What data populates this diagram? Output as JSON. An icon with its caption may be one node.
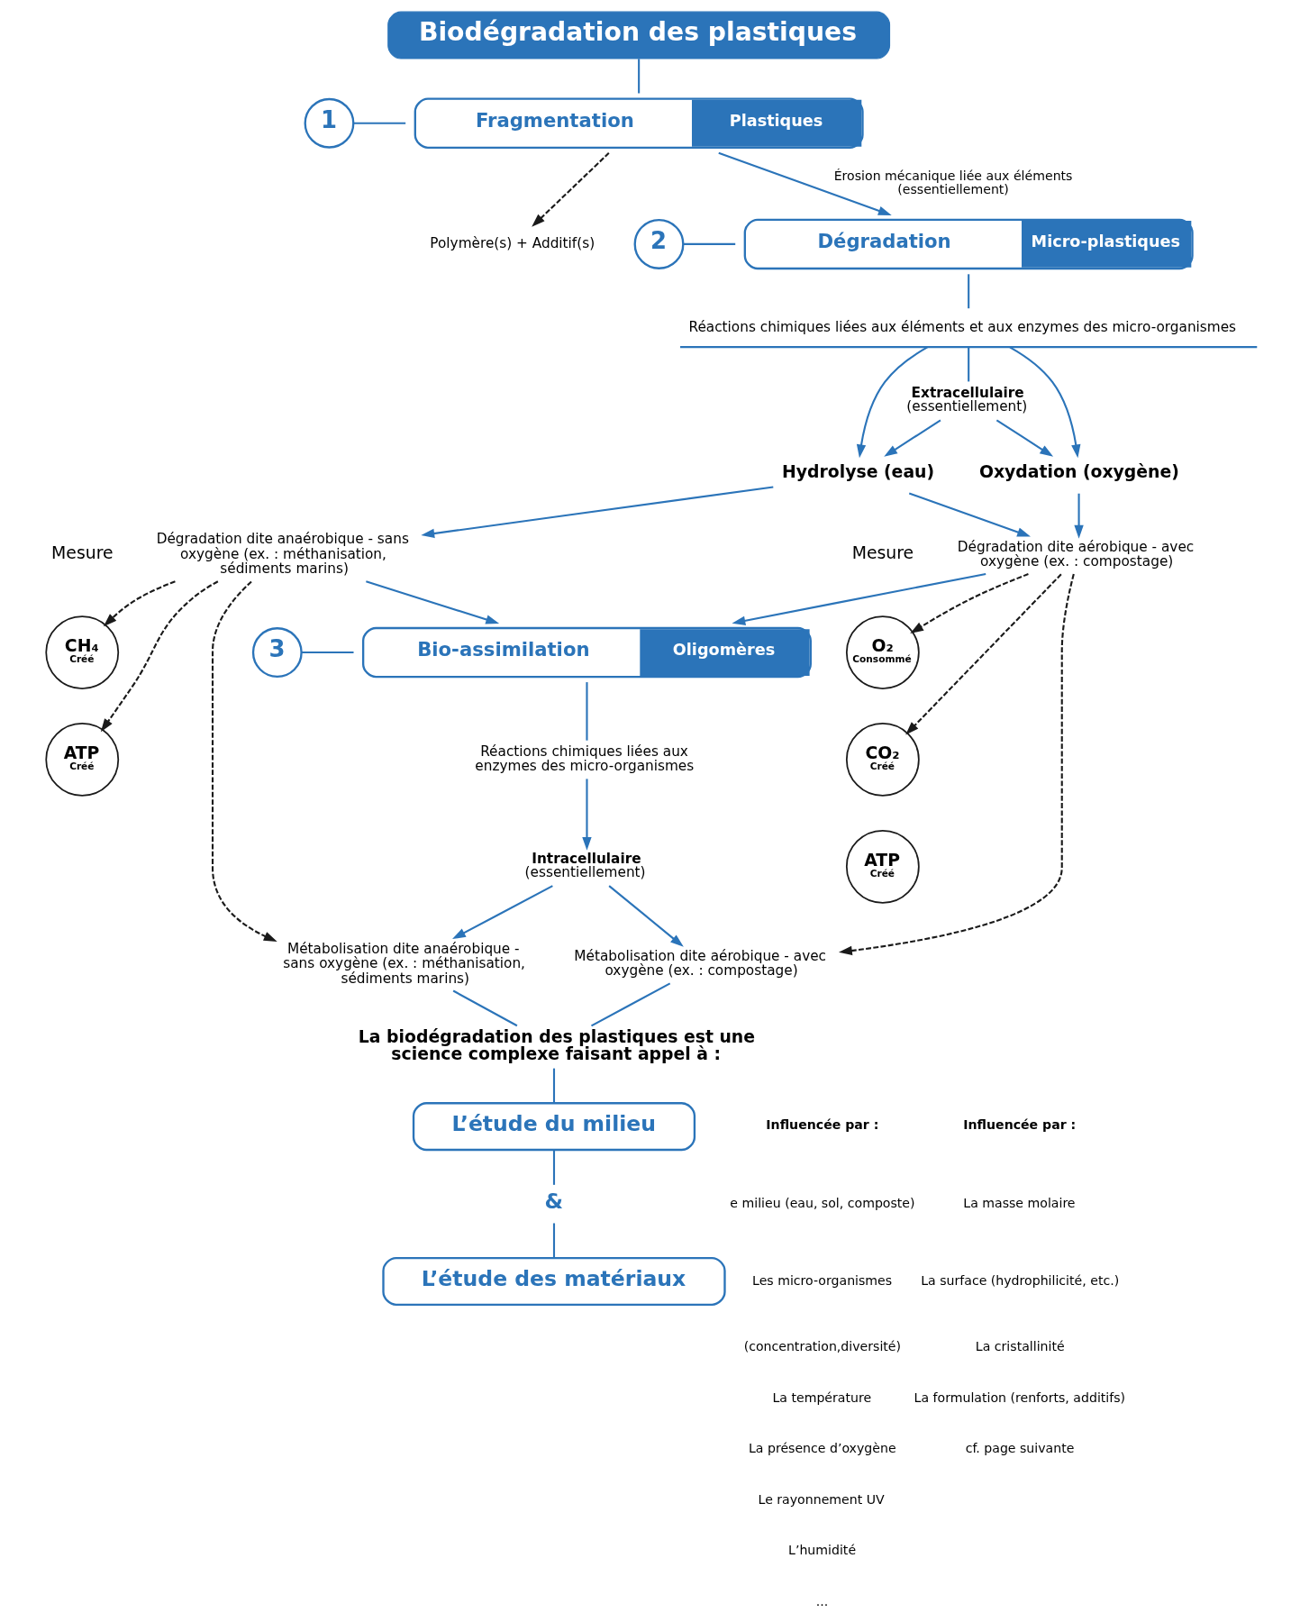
{
  "diagram": {
    "nodes": [
      {
        "text": [
          "Biodégradation des plastiques"
        ]
      },
      {
        "text": [
          "1"
        ]
      },
      {
        "text": [
          "Fragmentation",
          "Plastiques"
        ]
      },
      {
        "text": [
          "Polymère(s) + Additif(s)"
        ]
      },
      {
        "text": [
          "2"
        ]
      },
      {
        "text": [
          "Dégradation",
          "Micro-plastiques"
        ]
      },
      {
        "text": [
          "Réactions chimiques liées aux éléments et aux enzymes des micro-organismes"
        ]
      },
      {
        "text": [
          "**Extracellulaire** (essentiellement)"
        ]
      },
      {
        "text": [
          "Hydrolyse (eau)"
        ]
      },
      {
        "text": [
          "Oxydation (oxygène)"
        ]
      },
      {
        "text": [
          "Dégradation dite anaérobique - sans oxygène (ex. : méthanisation, sédiments marins)"
        ]
      },
      {
        "text": [
          "Dégradation dite aérobique - avec oxygène (ex. : compostage)"
        ]
      },
      {
        "text": [
          "3"
        ]
      },
      {
        "text": [
          "Bio-assimilation",
          "Oligomères"
        ]
      },
      {
        "text": [
          "Réactions chimiques liées aux enzymes des micro-organismes"
        ]
      },
      {
        "text": [
          "**Intracellulaire** (essentiellement)"
        ]
      },
      {
        "text": [
          "Métabolisation dite anaérobique - sans oxygène (ex. : méthanisation, sédiments marins)"
        ]
      },
      {
        "text": [
          "Métabolisation dite aérobique - avec oxygène (ex. : compostage)"
        ]
      },
      {
        "text": [
          "Mesure"
        ]
      },
      {
        "text": [
          "CH₄",
          "Créé"
        ]
      },
      {
        "text": [
          "ATP",
          "Créé"
        ]
      },
      {
        "text": [
          "Mesure"
        ]
      },
      {
        "text": [
          "O₂",
          "Consommé"
        ]
      },
      {
        "text": [
          "CO₂",
          "Créé"
        ]
      },
      {
        "text": [
          "ATP",
          "Créé"
        ]
      },
      {
        "text": [
          "La biodégradation des plastiques est une science complexe faisant appel à :"
        ]
      },
      {
        "text": [
          "L’étude du milieu"
        ]
      },
      {
        "text": [
          "&"
        ]
      },
      {
        "text": [
          "L’étude des matériaux"
        ]
      }
    ],
    "edges": [
      {
        "from": 0,
        "to": 2,
        "arrow": "none"
      },
      {
        "from": 1,
        "to": 2,
        "arrow": "none"
      },
      {
        "from": 2,
        "to": 3,
        "arrow": "to",
        "style": "dashed",
        "color": "#1a1a1a"
      },
      {
        "from": 2,
        "to": 5,
        "arrow": "to",
        "label": "Érosion mécanique liée aux éléments (essentiellement)"
      },
      {
        "from": 4,
        "to": 5,
        "arrow": "none"
      },
      {
        "from": 5,
        "to": 6,
        "arrow": "none"
      },
      {
        "from": 6,
        "to": 8,
        "arrow": "to"
      },
      {
        "from": 6,
        "to": 9,
        "arrow": "to"
      },
      {
        "from": 6,
        "to": 7,
        "arrow": "none"
      },
      {
        "from": 7,
        "to": 8,
        "arrow": "to"
      },
      {
        "from": 7,
        "to": 9,
        "arrow": "to"
      },
      {
        "from": 8,
        "to": 10,
        "arrow": "to"
      },
      {
        "from": 8,
        "to": 11,
        "arrow": "to"
      },
      {
        "from": 9,
        "to": 11,
        "arrow": "to"
      },
      {
        "from": 10,
        "to": 13,
        "arrow": "to"
      },
      {
        "from": 11,
        "to": 13,
        "arrow": "to"
      },
      {
        "from": 12,
        "to": 13,
        "arrow": "none"
      },
      {
        "from": 10,
        "to": 16,
        "arrow": "to",
        "style": "dashed",
        "color": "#1a1a1a"
      },
      {
        "from": 10,
        "to": 19,
        "arrow": "to",
        "style": "dashed",
        "color": "#1a1a1a"
      },
      {
        "from": 10,
        "to": 20,
        "arrow": "to",
        "style": "dashed",
        "color": "#1a1a1a"
      },
      {
        "from": 11,
        "to": 17,
        "arrow": "to",
        "style": "dashed",
        "color": "#1a1a1a"
      },
      {
        "from": 11,
        "to": 22,
        "arrow": "to",
        "style": "dashed",
        "color": "#1a1a1a"
      },
      {
        "from": 11,
        "to": 23,
        "arrow": "to",
        "style": "dashed",
        "color": "#1a1a1a"
      },
      {
        "from": 13,
        "to": 14,
        "arrow": "none"
      },
      {
        "from": 14,
        "to": 15,
        "arrow": "to"
      },
      {
        "from": 15,
        "to": 16,
        "arrow": "to"
      },
      {
        "from": 15,
        "to": 17,
        "arrow": "to"
      },
      {
        "from": 16,
        "to": 25,
        "arrow": "none"
      },
      {
        "from": 17,
        "to": 25,
        "arrow": "none"
      },
      {
        "from": 25,
        "to": 26,
        "arrow": "none"
      },
      {
        "from": 26,
        "to": 27,
        "arrow": "none"
      },
      {
        "from": 27,
        "to": 28,
        "arrow": "none"
      }
    ],
    "labels": [
      "Influencée par :",
      "e milieu (eau, sol, composte)",
      "Les micro-organismes",
      "(concentration,diversité)",
      "La température",
      "La présence d’oxygène",
      "Le rayonnement UV",
      "L’humidité",
      "...",
      "Influencée par :",
      "La masse molaire",
      "La surface (hydrophilicité, etc.)",
      "La cristallinité",
      "La formulation (renforts, additifs)",
      "cf. page suivante"
    ]
  }
}
